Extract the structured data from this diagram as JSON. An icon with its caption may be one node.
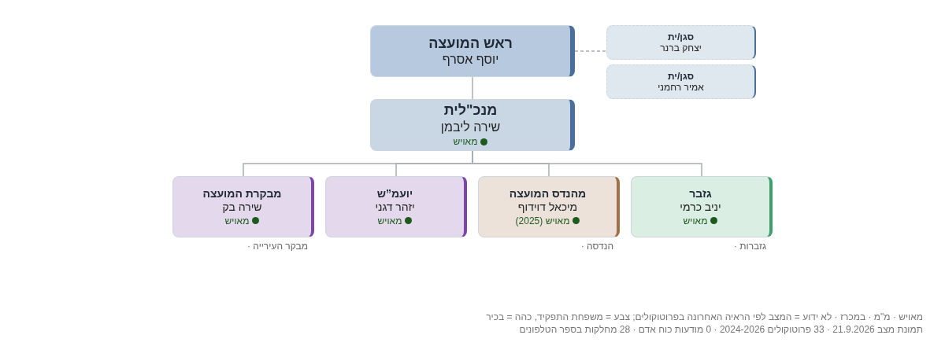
{
  "diagram": {
    "nodes": [
      {
        "text": [
          "ראש המועצה",
          "יוסף אסרף"
        ]
      },
      {
        "text": [
          "סגן/ית",
          "יצחק ברנר"
        ]
      },
      {
        "text": [
          "סגן/ית",
          "אמיר רחמני"
        ]
      },
      {
        "text": [
          "מנכ\"לית",
          "שירה ליבמן",
          "מאויש"
        ]
      },
      {
        "text": [
          "גזבר",
          "יניב כרמי",
          "מאויש"
        ],
        "beside": [
          "גזברות ·"
        ]
      },
      {
        "text": [
          "מהנדס המועצה",
          "מיכאל דוידוף",
          "מאויש (2025)"
        ],
        "beside": [
          "הנדסה ·"
        ]
      },
      {
        "text": [
          "יועמ”ש",
          "יזהר דגני",
          "מאויש"
        ]
      },
      {
        "text": [
          "מבקרת המועצה",
          "שירה בק",
          "מאויש"
        ],
        "beside": [
          "מבקר העירייה ·"
        ]
      }
    ],
    "edges": [
      {
        "from": 0,
        "to": 1,
        "arrow": "none",
        "style": "dashed"
      },
      {
        "from": 0,
        "to": 3,
        "arrow": "none"
      },
      {
        "from": 3,
        "to": 4,
        "arrow": "none"
      },
      {
        "from": 3,
        "to": 5,
        "arrow": "none"
      },
      {
        "from": 3,
        "to": 6,
        "arrow": "none"
      },
      {
        "from": 3,
        "to": 7,
        "arrow": "none"
      }
    ],
    "labels": [
      "מאויש · מ\"מ · במכרז · לא ידוע = המצב לפי הראיה האחרונה בפרוטוקולים; צבע = משפחת התפקיד, כהה = בכיר",
      "תמונת מצב 21.9.2026 · 33 פרוטוקולים 2024-2026 · 0 מודעות כוח אדם · 28 מחלקות בספר הטלפונים"
    ]
  }
}
